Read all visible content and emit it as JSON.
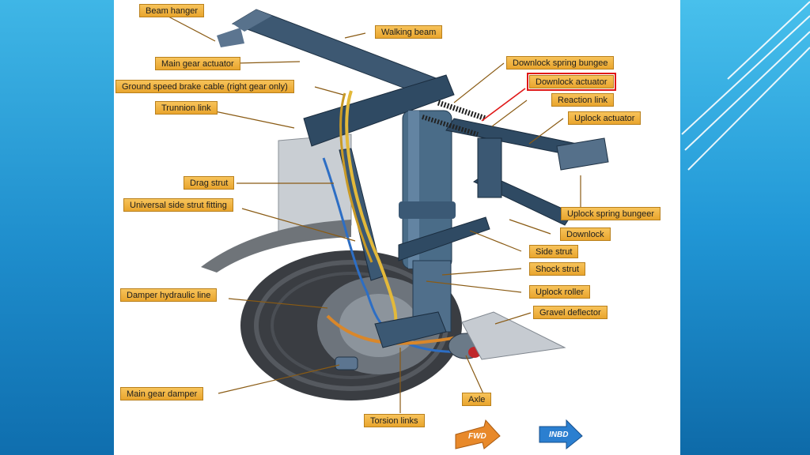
{
  "labels": {
    "beam_hanger": "Beam hanger",
    "walking_beam": "Walking beam",
    "main_gear_actuator": "Main gear actuator",
    "downlock_spring_bungee": "Downlock spring bungee",
    "downlock_actuator": "Downlock actuator",
    "ground_speed_brake_cable": "Ground speed brake cable (right gear only)",
    "reaction_link": "Reaction link",
    "trunnion_link": "Trunnion link",
    "uplock_actuator": "Uplock actuator",
    "drag_strut": "Drag strut",
    "universal_side_strut_fitting": "Universal side strut fitting",
    "uplock_spring_bungeer": "Uplock spring bungeer",
    "downlock": "Downlock",
    "side_strut": "Side strut",
    "shock_strut": "Shock strut",
    "damper_hydraulic_line": "Damper hydraulic line",
    "uplock_roller": "Uplock roller",
    "gravel_deflector": "Gravel deflector",
    "main_gear_damper": "Main gear damper",
    "axle": "Axle",
    "torsion_links": "Torsion links"
  },
  "directions": {
    "forward": "FWD",
    "inboard": "INBD"
  },
  "colors": {
    "label_fill": "#eaa634",
    "highlight": "#e01818",
    "fwd_arrow": "#e8892a",
    "inbd_arrow": "#2b7fd0",
    "background_blue": "#1f8fcf"
  }
}
